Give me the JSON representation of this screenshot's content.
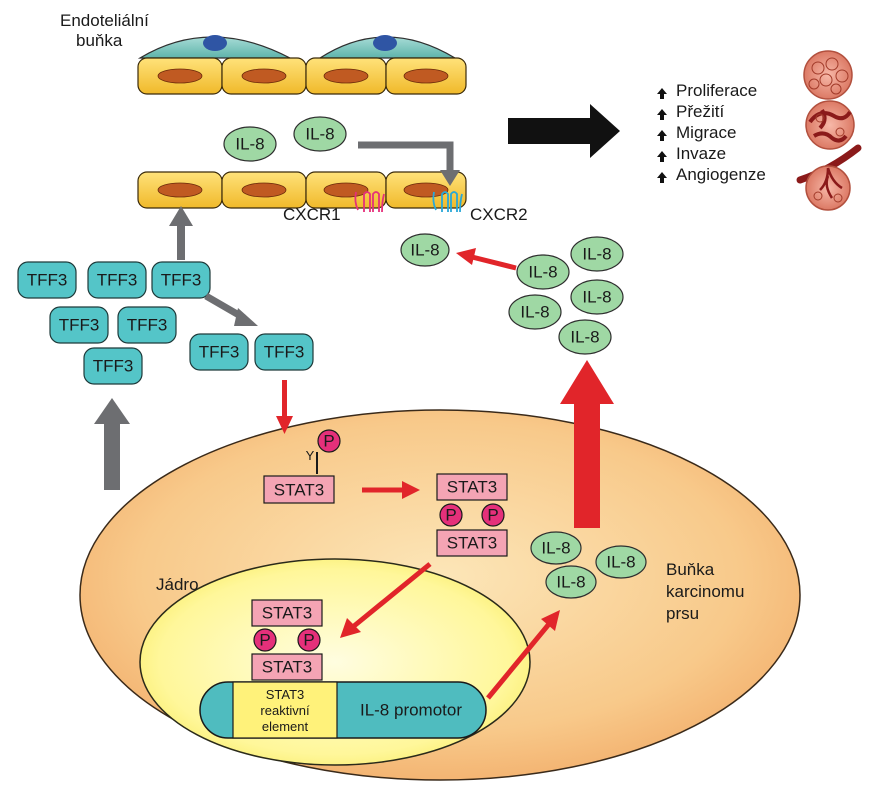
{
  "labels": {
    "endothelial": [
      "Endoteliální",
      "buňka"
    ],
    "nucleus": "Jádro",
    "cancer_cell": [
      "Buňka",
      "karcinomu",
      "prsu"
    ],
    "cxcr1": "CXCR1",
    "cxcr2": "CXCR2"
  },
  "molecules": {
    "il8": "IL-8",
    "tff3": "TFF3",
    "stat3": "STAT3",
    "phospho": "P",
    "tyrosine": "Y"
  },
  "promoter": {
    "element": [
      "STAT3",
      "reaktivní",
      "element"
    ],
    "name": "IL-8 promotor"
  },
  "outcomes": [
    "Proliferace",
    "Přežití",
    "Migrace",
    "Invaze",
    "Angiogenze"
  ],
  "colors": {
    "cell_fill": "#f8d089",
    "cell_gradient_edge": "#f2b070",
    "nucleus_fill": "#fff89a",
    "endo_cell_fill": "#f5c842",
    "endo_nucleus": "#c05a22",
    "top_cell_fill": "#7cc6c0",
    "top_cell_nucleus": "#2f55a4",
    "tff3": "#54c5c8",
    "il8": "#9fd8a4",
    "stat3": "#f4a4b4",
    "phospho": "#e5307a",
    "red_arrow": "#e1252a",
    "gray_arrow": "#6d6e71"
  }
}
